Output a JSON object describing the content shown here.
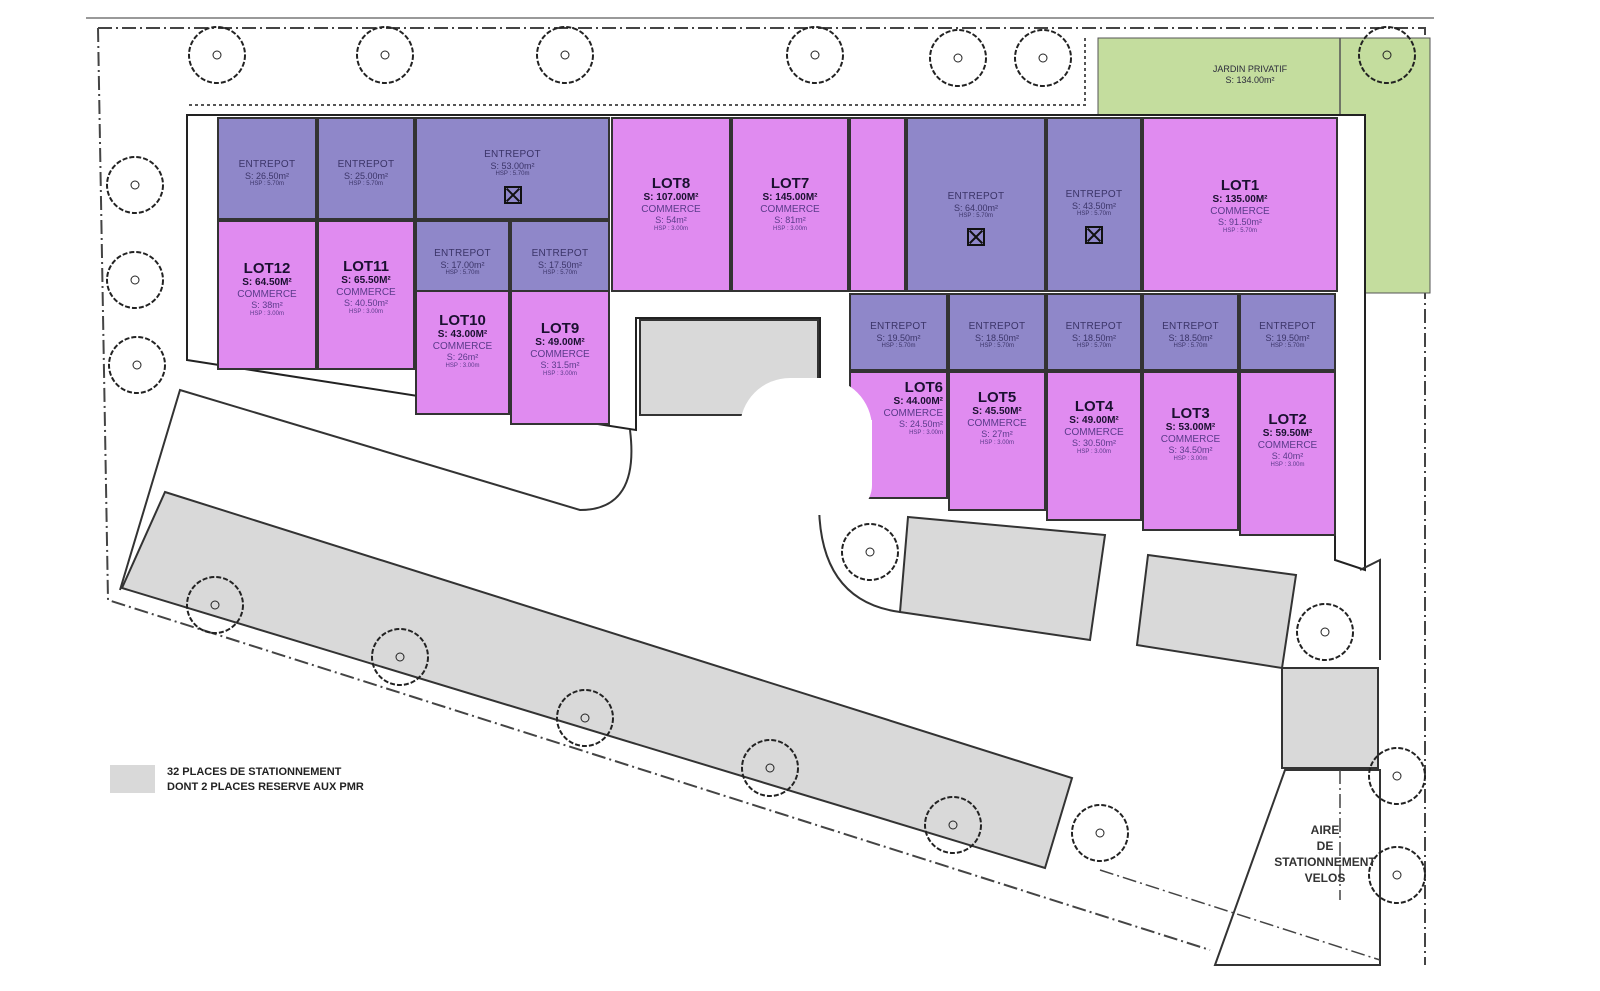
{
  "title": "Plan de masse - lots commerciaux",
  "colors": {
    "commerce": "#e08bf0",
    "entrepot": "#8f87c9",
    "jardin": "#c4dd9e",
    "parking": "#d9d9d9"
  },
  "entrepots": [
    {
      "label": "ENTREPOT",
      "area": "S: 26.50m²",
      "hsp": "HSP : 5.70m"
    },
    {
      "label": "ENTREPOT",
      "area": "S: 25.00m²",
      "hsp": "HSP : 5.70m"
    },
    {
      "label": "ENTREPOT",
      "area": "S: 53.00m²",
      "hsp": "HSP : 5.70m"
    },
    {
      "label": "ENTREPOT",
      "area": "S: 17.00m²",
      "hsp": "HSP : 5.70m"
    },
    {
      "label": "ENTREPOT",
      "area": "S: 17.50m²",
      "hsp": "HSP : 5.70m"
    },
    {
      "label": "ENTREPOT",
      "area": "S: 64.00m²",
      "hsp": "HSP : 5.70m"
    },
    {
      "label": "ENTREPOT",
      "area": "S: 43.50m²",
      "hsp": "HSP : 5.70m"
    },
    {
      "label": "ENTREPOT",
      "area": "S: 19.50m²",
      "hsp": "HSP : 5.70m"
    },
    {
      "label": "ENTREPOT",
      "area": "S: 18.50m²",
      "hsp": "HSP : 5.70m"
    },
    {
      "label": "ENTREPOT",
      "area": "S: 18.50m²",
      "hsp": "HSP : 5.70m"
    },
    {
      "label": "ENTREPOT",
      "area": "S: 18.50m²",
      "hsp": "HSP : 5.70m"
    },
    {
      "label": "ENTREPOT",
      "area": "S: 19.50m²",
      "hsp": "HSP : 5.70m"
    }
  ],
  "lots": [
    {
      "label": "LOT12",
      "area": "S: 64.50M²",
      "use": "COMMERCE",
      "use_area": "S: 38m²",
      "hsp": "HSP : 3.00m"
    },
    {
      "label": "LOT11",
      "area": "S: 65.50M²",
      "use": "COMMERCE",
      "use_area": "S: 40.50m²",
      "hsp": "HSP : 3.00m"
    },
    {
      "label": "LOT10",
      "area": "S: 43.00M²",
      "use": "COMMERCE",
      "use_area": "S: 26m²",
      "hsp": "HSP : 3.00m"
    },
    {
      "label": "LOT9",
      "area": "S: 49.00M²",
      "use": "COMMERCE",
      "use_area": "S: 31.5m²",
      "hsp": "HSP : 3.00m"
    },
    {
      "label": "LOT8",
      "area": "S: 107.00M²",
      "use": "COMMERCE",
      "use_area": "S: 54m²",
      "hsp": "HSP : 3.00m"
    },
    {
      "label": "LOT7",
      "area": "S: 145.00M²",
      "use": "COMMERCE",
      "use_area": "S: 81m²",
      "hsp": "HSP : 3.00m"
    },
    {
      "label": "LOT6",
      "area": "S: 44.00M²",
      "use": "COMMERCE",
      "use_area": "S: 24.50m²",
      "hsp": "HSP : 3.00m"
    },
    {
      "label": "LOT5",
      "area": "S: 45.50M²",
      "use": "COMMERCE",
      "use_area": "S: 27m²",
      "hsp": "HSP : 3.00m"
    },
    {
      "label": "LOT4",
      "area": "S: 49.00M²",
      "use": "COMMERCE",
      "use_area": "S: 30.50m²",
      "hsp": "HSP : 3.00m"
    },
    {
      "label": "LOT3",
      "area": "S: 53.00M²",
      "use": "COMMERCE",
      "use_area": "S: 34.50m²",
      "hsp": "HSP : 3.00m"
    },
    {
      "label": "LOT2",
      "area": "S: 59.50M²",
      "use": "COMMERCE",
      "use_area": "S: 40m²",
      "hsp": "HSP : 3.00m"
    },
    {
      "label": "LOT1",
      "area": "S: 135.00M²",
      "use": "COMMERCE",
      "use_area": "S: 91.50m²",
      "hsp": "HSP : 5.70m"
    }
  ],
  "jardin": {
    "label": "JARDIN PRIVATIF",
    "area": "S: 134.00m²"
  },
  "velos": {
    "line1": "AIRE",
    "line2": "DE",
    "line3": "STATIONNEMENT",
    "line4": "VELOS"
  },
  "legend": {
    "line1": "32 PLACES DE STATIONNEMENT",
    "line2": "DONT 2 PLACES RESERVE AUX PMR"
  }
}
